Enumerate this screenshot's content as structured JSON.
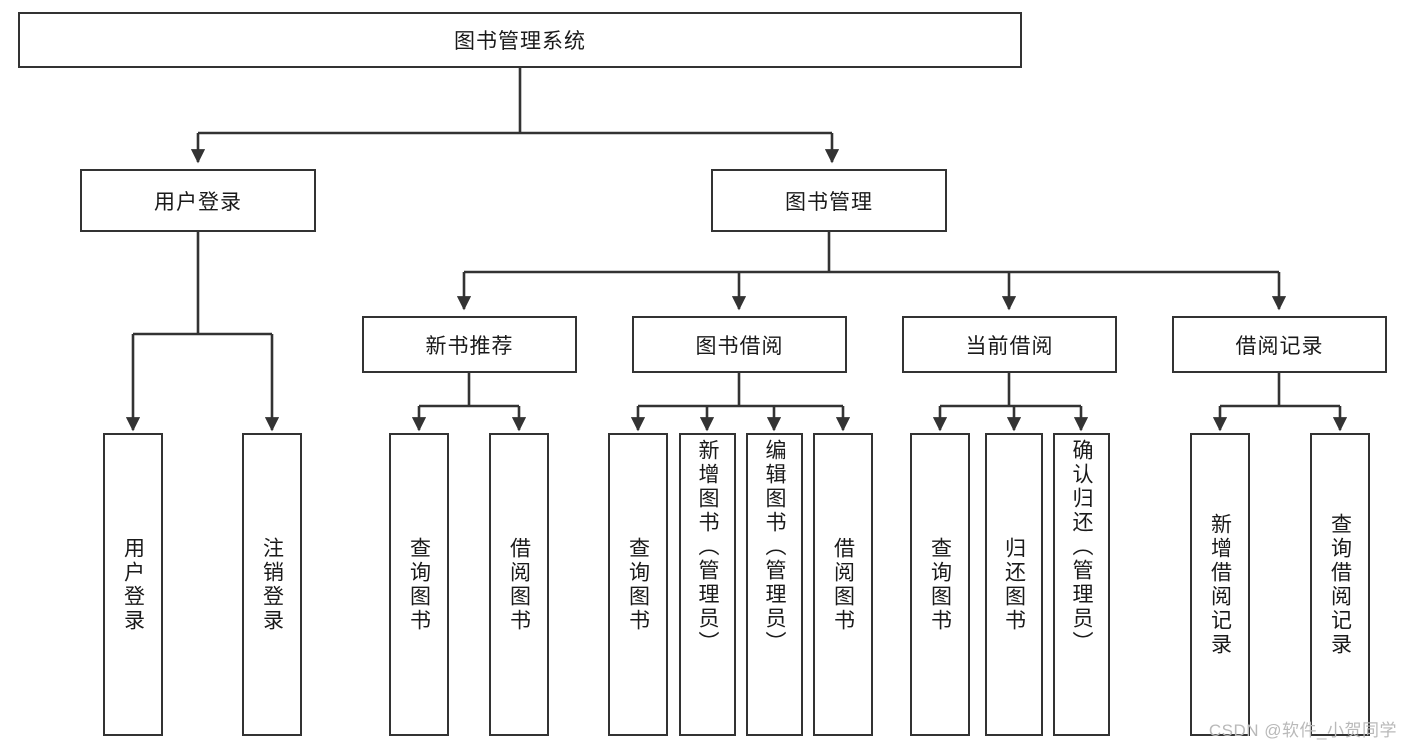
{
  "diagram": {
    "title": "图书管理系统",
    "type": "tree-hierarchy-diagram",
    "colors": {
      "node_border": "#333333",
      "node_fill": "#ffffff",
      "edge": "#333333",
      "text": "#1a1a1a",
      "watermark": "#b9b9b9",
      "background": "#ffffff"
    },
    "root": {
      "label": "图书管理系统"
    },
    "level2": [
      {
        "label": "用户登录"
      },
      {
        "label": "图书管理"
      }
    ],
    "level3": [
      {
        "label": "新书推荐"
      },
      {
        "label": "图书借阅"
      },
      {
        "label": "当前借阅"
      },
      {
        "label": "借阅记录"
      }
    ],
    "leaves": {
      "user_login": [
        {
          "label": "用户登录"
        },
        {
          "label": "注销登录"
        }
      ],
      "new_book_recommend": [
        {
          "label": "查询图书"
        },
        {
          "label": "借阅图书"
        }
      ],
      "book_borrow": [
        {
          "label": "查询图书"
        },
        {
          "label": "新增图书（管理员）"
        },
        {
          "label": "编辑图书（管理员）"
        },
        {
          "label": "借阅图书"
        }
      ],
      "current_borrow": [
        {
          "label": "查询图书"
        },
        {
          "label": "归还图书"
        },
        {
          "label": "确认归还（管理员）"
        }
      ],
      "borrow_record": [
        {
          "label": "新增借阅记录"
        },
        {
          "label": "查询借阅记录"
        }
      ]
    },
    "watermark": "CSDN @软件_小贺同学"
  }
}
